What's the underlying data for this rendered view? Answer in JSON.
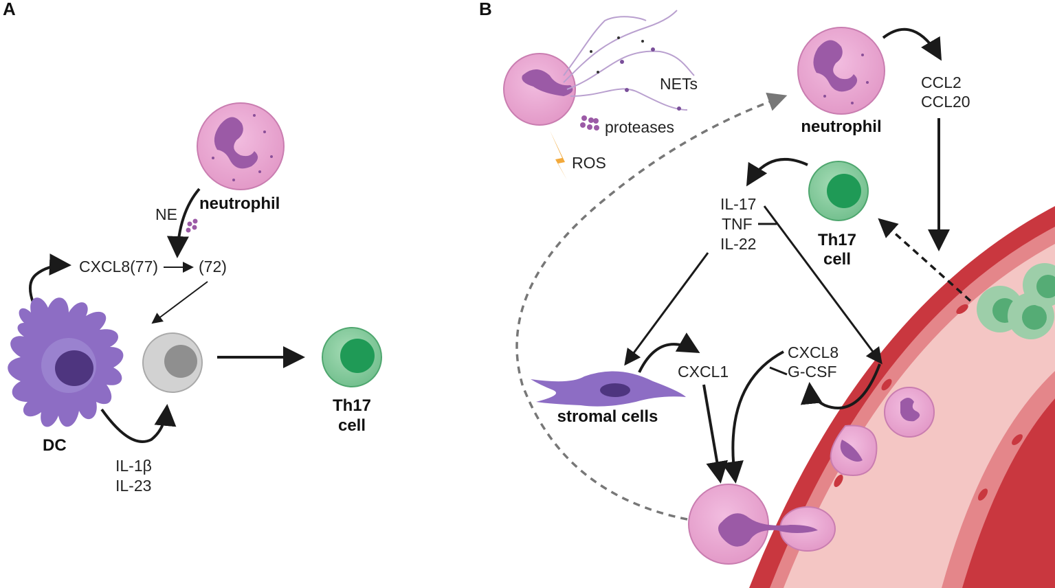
{
  "panels": {
    "a": "A",
    "b": "B"
  },
  "panel_a": {
    "neutrophil": "neutrophil",
    "ne": "NE",
    "cxcl8_77": "CXCL8(77)",
    "cxcl8_72": "(72)",
    "dc": "DC",
    "il1b": "IL-1β",
    "il23": "IL-23",
    "th17_line1": "Th17",
    "th17_line2": "cell"
  },
  "panel_b": {
    "nets": "NETs",
    "proteases": "proteases",
    "ros": "ROS",
    "neutrophil": "neutrophil",
    "ccl2": "CCL2",
    "ccl20": "CCL20",
    "il17": "IL-17",
    "tnf": "TNF",
    "il22": "IL-22",
    "th17_line1": "Th17",
    "th17_line2": "cell",
    "cxcl8": "CXCL8",
    "gcsf": "G-CSF",
    "cxcl1": "CXCL1",
    "stromal": "stromal cells"
  },
  "colors": {
    "neutrophil": "#e8a5cf",
    "nucleus": "#9b5aa6",
    "dc": "#8d6dc4",
    "th17": "#7fc79a",
    "th17_core": "#1f9a56",
    "naive": "#cfcfcf",
    "vessel": "#c9373f",
    "lumen": "#f4c6c4",
    "ros": "#f2a93b"
  }
}
